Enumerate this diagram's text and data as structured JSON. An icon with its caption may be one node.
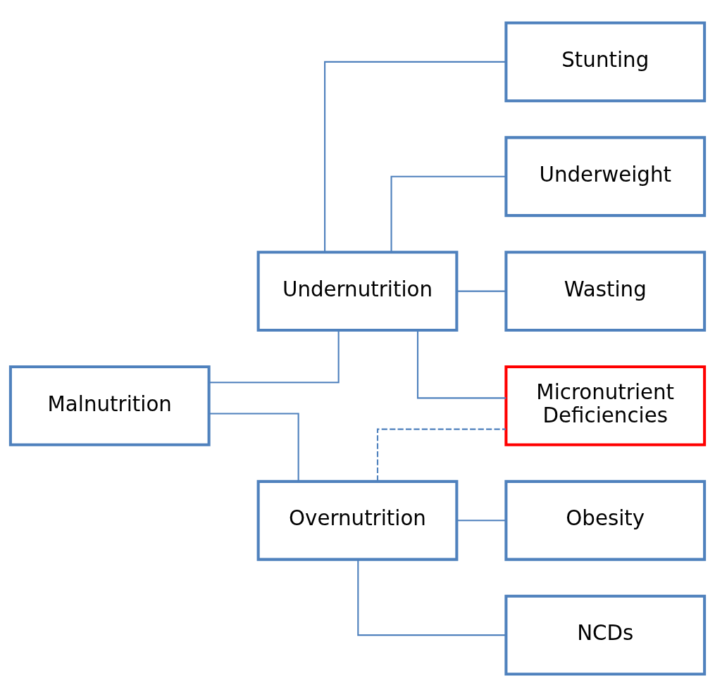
{
  "diagram": {
    "nodes": [
      {
        "text": [
          "Malnutrition"
        ]
      },
      {
        "text": [
          "Undernutrition"
        ]
      },
      {
        "text": [
          "Overnutrition"
        ]
      },
      {
        "text": [
          "Stunting"
        ]
      },
      {
        "text": [
          "Underweight"
        ]
      },
      {
        "text": [
          "Wasting"
        ]
      },
      {
        "text": [
          "Micronutrient Deficiencies"
        ]
      },
      {
        "text": [
          "Obesity"
        ]
      },
      {
        "text": [
          "NCDs"
        ]
      }
    ],
    "edges": [
      {
        "from": 0,
        "to": 1,
        "arrow": "none"
      },
      {
        "from": 0,
        "to": 2,
        "arrow": "none"
      },
      {
        "from": 1,
        "to": 3,
        "arrow": "none"
      },
      {
        "from": 1,
        "to": 4,
        "arrow": "none"
      },
      {
        "from": 1,
        "to": 5,
        "arrow": "none"
      },
      {
        "from": 1,
        "to": 6,
        "arrow": "none"
      },
      {
        "from": 2,
        "to": 6,
        "arrow": "none",
        "style": "dashed"
      },
      {
        "from": 2,
        "to": 7,
        "arrow": "none"
      },
      {
        "from": 2,
        "to": 8,
        "arrow": "none"
      }
    ]
  }
}
